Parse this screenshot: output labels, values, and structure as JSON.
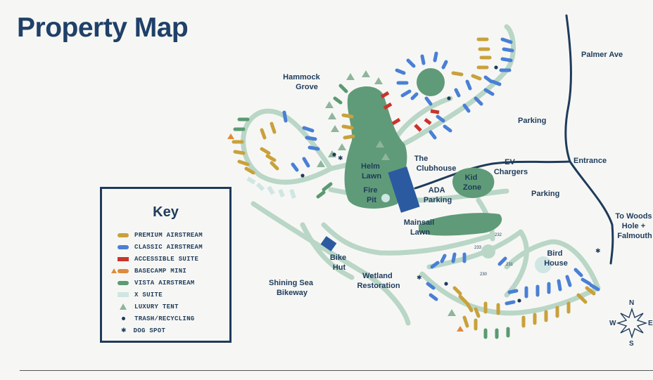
{
  "title": "Property Map",
  "labels": {
    "hammock_grove": [
      "Hammock",
      "Grove"
    ],
    "helm_lawn": [
      "Helm",
      "Lawn"
    ],
    "fire_pit": [
      "Fire",
      "Pit"
    ],
    "clubhouse": [
      "The",
      "Clubhouse"
    ],
    "ada_parking": [
      "ADA",
      "Parking"
    ],
    "kid_zone": [
      "Kid",
      "Zone"
    ],
    "ev_chargers": [
      "EV",
      "Chargers"
    ],
    "parking_top": "Parking",
    "parking_mid": "Parking",
    "entrance": "Entrance",
    "palmer_ave": "Palmer Ave",
    "to_woods_hole": [
      "To Woods",
      "Hole +",
      "Falmouth"
    ],
    "mainsail_lawn": [
      "Mainsail",
      "Lawn"
    ],
    "bike_hut": [
      "Bike",
      "Hut"
    ],
    "wetland_restoration": [
      "Wetland",
      "Restoration"
    ],
    "shining_sea": [
      "Shining Sea",
      "Bikeway"
    ],
    "bird_house": [
      "Bird",
      "House"
    ]
  },
  "site_numbers": [
    "232",
    "233",
    "231",
    "230"
  ],
  "key": {
    "title": "Key",
    "items": [
      {
        "label": "PREMIUM AIRSTREAM",
        "color": "#c9a13b",
        "shape": "pill"
      },
      {
        "label": "CLASSIC AIRSTREAM",
        "color": "#4a7fd6",
        "shape": "pill"
      },
      {
        "label": "ACCESSIBLE SUITE",
        "color": "#c8352c",
        "shape": "rect"
      },
      {
        "label": "BASECAMP MINI",
        "color": "#e08a3c",
        "shape": "tri-pill"
      },
      {
        "label": "VISTA AIRSTREAM",
        "color": "#5b9a72",
        "shape": "pill"
      },
      {
        "label": "X SUITE",
        "color": "#cfe6e4",
        "shape": "rect"
      },
      {
        "label": "LUXURY TENT",
        "color": "#8fb59c",
        "shape": "triangle"
      },
      {
        "label": "TRASH/RECYCLING",
        "color": "#1f3b5c",
        "shape": "dot"
      },
      {
        "label": "DOG SPOT",
        "color": "#1f3b5c",
        "shape": "paw"
      }
    ]
  },
  "compass": {
    "n": "N",
    "s": "S",
    "w": "W",
    "e": "E"
  },
  "colors": {
    "path": "#b9d6c6",
    "lawn": "#5f9b78",
    "building": "#2b5aa0",
    "road": "#1f3b5c"
  }
}
